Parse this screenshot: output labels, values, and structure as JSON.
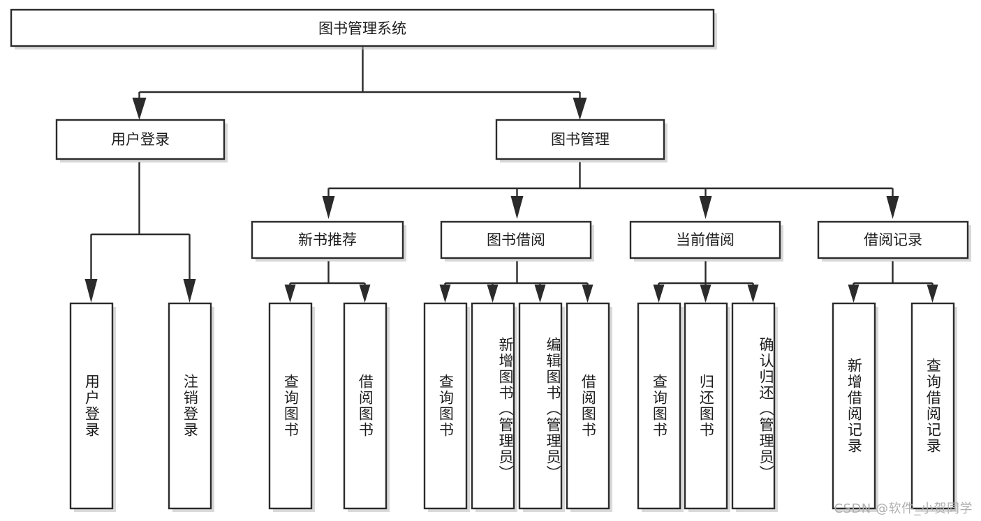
{
  "diagram": {
    "title": "图书管理系统",
    "type": "tree-hierarchy",
    "root": {
      "label": "图书管理系统",
      "shape": "rectangle"
    },
    "level2": [
      {
        "label": "用户登录"
      },
      {
        "label": "图书管理"
      }
    ],
    "level3": [
      {
        "label": "新书推荐"
      },
      {
        "label": "图书借阅"
      },
      {
        "label": "当前借阅"
      },
      {
        "label": "借阅记录"
      }
    ],
    "leaves": {
      "user_login": [
        {
          "label": "用户登录"
        },
        {
          "label": "注销登录"
        }
      ],
      "new_book_recommend": [
        {
          "label": "查询图书"
        },
        {
          "label": "借阅图书"
        }
      ],
      "book_borrow": [
        {
          "label": "查询图书"
        },
        {
          "label": "新增图书（管理员）"
        },
        {
          "label": "编辑图书（管理员）"
        },
        {
          "label": "借阅图书"
        }
      ],
      "current_borrow": [
        {
          "label": "查询图书"
        },
        {
          "label": "归还图书"
        },
        {
          "label": "确认归还（管理员）"
        }
      ],
      "borrow_record": [
        {
          "label": "新增借阅记录"
        },
        {
          "label": "查询借阅记录"
        }
      ]
    }
  },
  "watermark": {
    "text": "CSDN @软件_小贺同学"
  },
  "colors": {
    "stroke": "#2b2b2b",
    "fill": "#ffffff",
    "text": "#1d1d1d",
    "watermark": "#b0b0b0",
    "shadow": "#b9b9b9"
  }
}
